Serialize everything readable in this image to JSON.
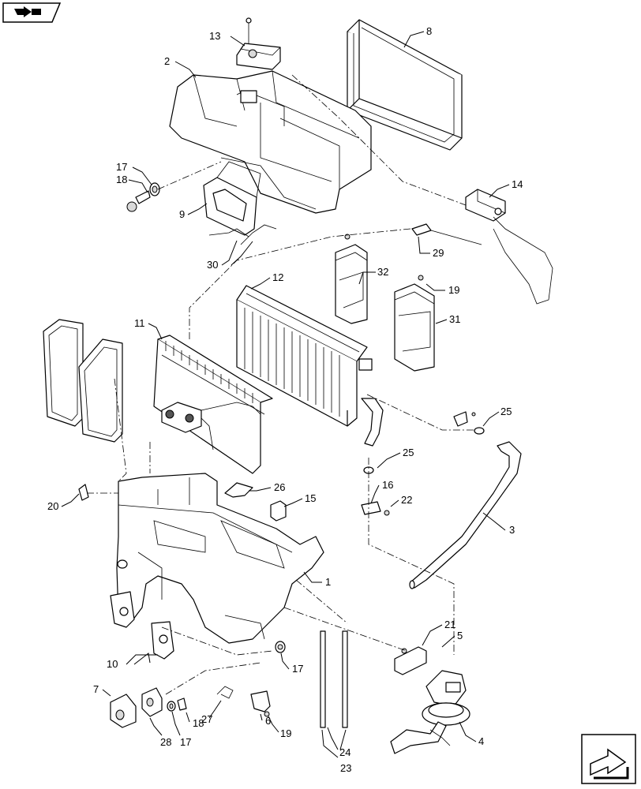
{
  "callouts": {
    "c1": "1",
    "c2": "2",
    "c3": "3",
    "c4": "4",
    "c5": "5",
    "c6": "6",
    "c7": "7",
    "c8": "8",
    "c9": "9",
    "c10": "10",
    "c11": "11",
    "c12": "12",
    "c13": "13",
    "c14": "14",
    "c15": "15",
    "c16": "16",
    "c17a": "17",
    "c17b": "17",
    "c17c": "17",
    "c18a": "18",
    "c18b": "18",
    "c19a": "19",
    "c19b": "19",
    "c20": "20",
    "c21": "21",
    "c22": "22",
    "c23": "23",
    "c24": "24",
    "c25a": "25",
    "c25b": "25",
    "c26": "26",
    "c27": "27",
    "c28": "28",
    "c29": "29",
    "c30": "30",
    "c31": "31",
    "c32": "32"
  },
  "icons": {
    "top_left": "book-arrow-icon",
    "bottom_right": "next-page-arrow-icon"
  }
}
